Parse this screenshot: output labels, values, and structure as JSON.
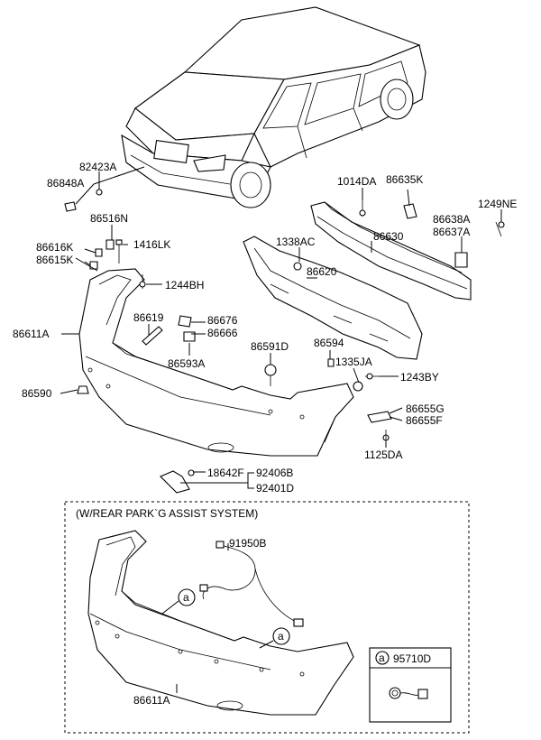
{
  "labels": {
    "p82423A": "82423A",
    "p86848A": "86848A",
    "p86516N": "86516N",
    "p86616K": "86616K",
    "p86615K": "86615K",
    "p1416LK": "1416LK",
    "p1244BH": "1244BH",
    "p86619": "86619",
    "p86676": "86676",
    "p86666": "86666",
    "p86611A_top": "86611A",
    "p86593A": "86593A",
    "p86591D": "86591D",
    "p86594": "86594",
    "p1335JA": "1335JA",
    "p1243BY": "1243BY",
    "p86590": "86590",
    "p86655G": "86655G",
    "p86655F": "86655F",
    "p1125DA": "1125DA",
    "p18642F": "18642F",
    "p92406B": "92406B",
    "p92401D": "92401D",
    "p1014DA": "1014DA",
    "p86635K": "86635K",
    "p1249NE": "1249NE",
    "p86638A": "86638A",
    "p86637A": "86637A",
    "p1338AC": "1338AC",
    "p86630": "86630",
    "p86620": "86620",
    "p91950B": "91950B",
    "p86611A_bottom": "86611A",
    "p95710D": "95710D"
  },
  "inset": {
    "title": "(W/REAR PARK`G ASSIST SYSTEM)",
    "callout_letter": "a"
  }
}
